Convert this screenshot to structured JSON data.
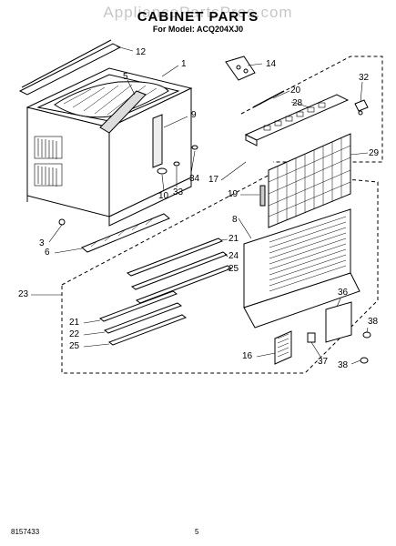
{
  "header": {
    "watermark": "AppliancePartsPros.com",
    "title": "CABINET PARTS",
    "model_line": "For Model: ACQ204XJ0"
  },
  "footer": {
    "doc_number": "8157433",
    "page_number": "5"
  },
  "callouts": [
    "12",
    "1",
    "14",
    "5",
    "9",
    "32",
    "20",
    "28",
    "29",
    "17",
    "34",
    "10",
    "33",
    "19",
    "8",
    "3",
    "6",
    "21",
    "24",
    "25",
    "23",
    "21",
    "22",
    "25",
    "36",
    "38",
    "16",
    "37",
    "38"
  ]
}
